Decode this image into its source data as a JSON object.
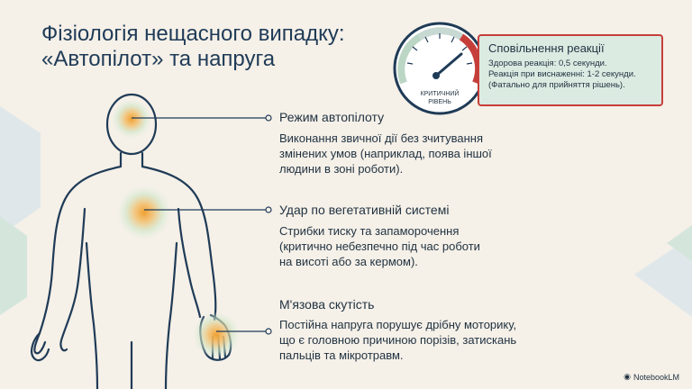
{
  "title": {
    "line1": "Фізіологія нещасного випадку:",
    "line2": "«Автопілот» та напруга"
  },
  "gauge": {
    "label_line1": "КРИТИЧНИЙ",
    "label_line2": "РІВЕНЬ",
    "panel_title": "Сповільнення реакції",
    "lines": [
      "Здорова реакція: 0,5 секунди.",
      "Реакція при виснаженні: 1-2 секунди.",
      "(Фатально для прийняття рішень)."
    ],
    "accent_color": "#c63e3a"
  },
  "items": [
    {
      "label": "Режим автопілоту",
      "desc": [
        "Виконання звичної дії без зчитування",
        "змінених умов (наприклад, поява іншої",
        "людини в зоні роботи)."
      ]
    },
    {
      "label": "Удар по вегетативній системі",
      "desc": [
        "Стрибки тиску та запаморочення",
        "(критично небезпечно під час роботи",
        "на висоті або за кермом)."
      ]
    },
    {
      "label": "М'язова скутість",
      "desc": [
        "Постійна напруга порушує дрібну моторику,",
        "що є головною причиною порізів, затискань",
        "пальців та мікротравм."
      ]
    }
  ],
  "brand": "NotebookLM",
  "colors": {
    "background": "#f5f0e8",
    "outline": "#1f3b57",
    "hotspot": "#e8a040",
    "glow": "#bfe0c8"
  }
}
